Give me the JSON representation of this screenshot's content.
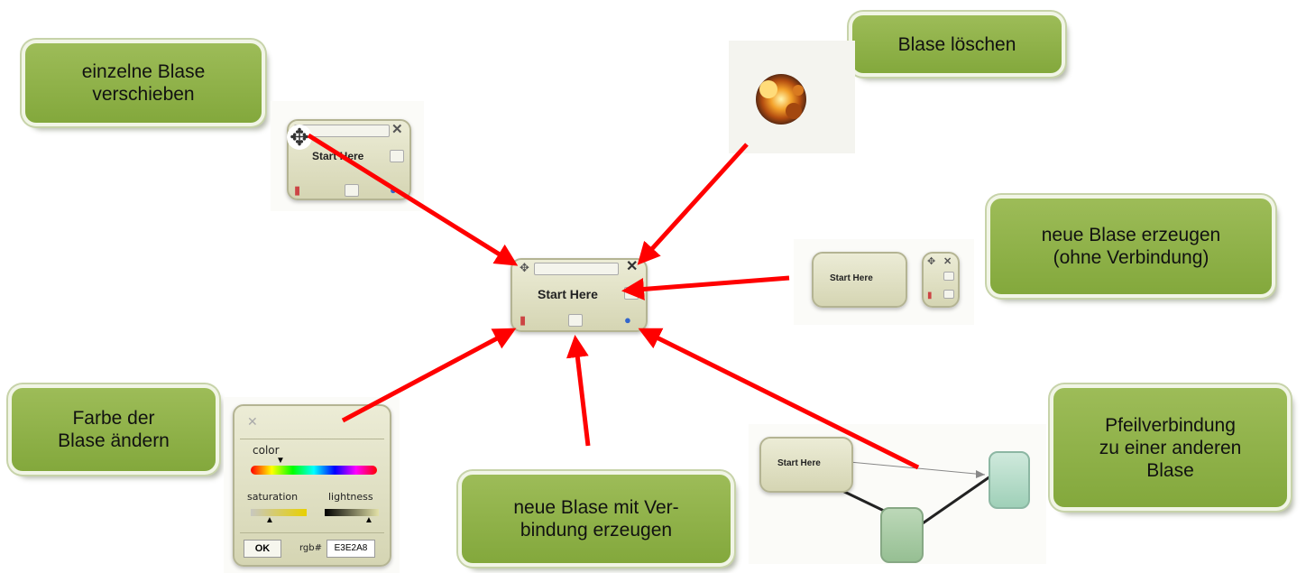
{
  "callouts": {
    "move": "einzelne Blase\nverschieben",
    "delete": "Blase löschen",
    "new_unconnected": "neue Blase erzeugen\n(ohne Verbindung)",
    "color": "Farbe der\nBlase ändern",
    "new_connected": "neue Blase mit Ver-\nbindung erzeugen",
    "arrow_link": "Pfeilverbindung\nzu einer anderen\nBlase"
  },
  "bubble_title": "Start Here",
  "color_picker": {
    "color_label": "color",
    "saturation_label": "saturation",
    "lightness_label": "lightness",
    "ok_label": "OK",
    "rgb_label": "rgb#",
    "rgb_value": "E3E2A8"
  },
  "colors": {
    "arrow": "#ff0000",
    "callout_green": "#8fb046",
    "bubble": "#e2e2c4"
  }
}
